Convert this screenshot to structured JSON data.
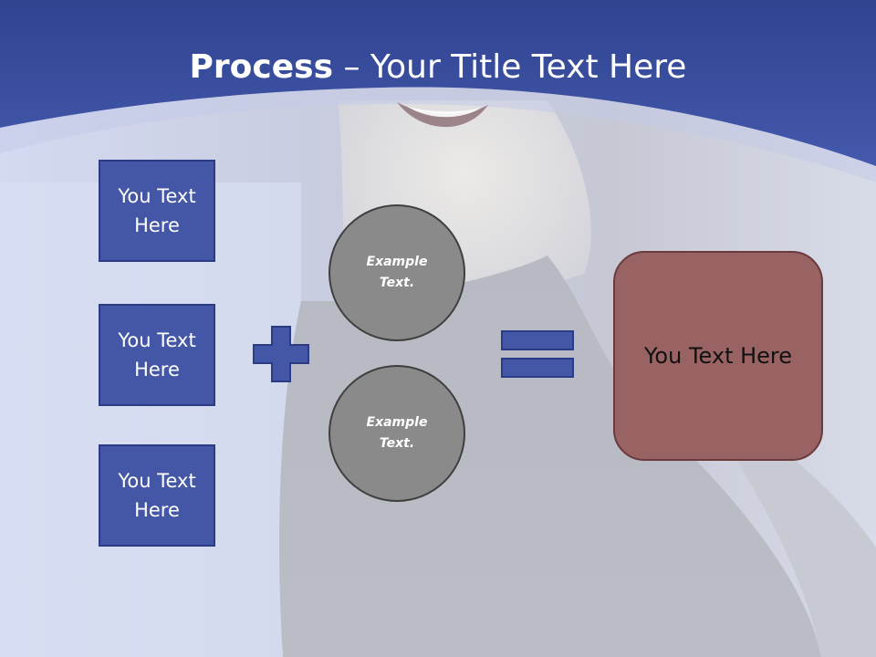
{
  "slide": {
    "title_bold": "Process",
    "title_rest": " – Your Title Text Here",
    "left_boxes": [
      {
        "label": "You Text Here"
      },
      {
        "label": "You Text Here"
      },
      {
        "label": "You Text Here"
      }
    ],
    "circles": [
      {
        "label": "Example Text."
      },
      {
        "label": "Example Text."
      }
    ],
    "result_label": "You Text Here",
    "operators": {
      "plus": "plus-icon",
      "equals": "equals-icon"
    },
    "colors": {
      "header": "#3d51a3",
      "box_fill": "#4457a6",
      "circle_fill": "#8a8a8a",
      "result_fill": "#996363"
    }
  }
}
